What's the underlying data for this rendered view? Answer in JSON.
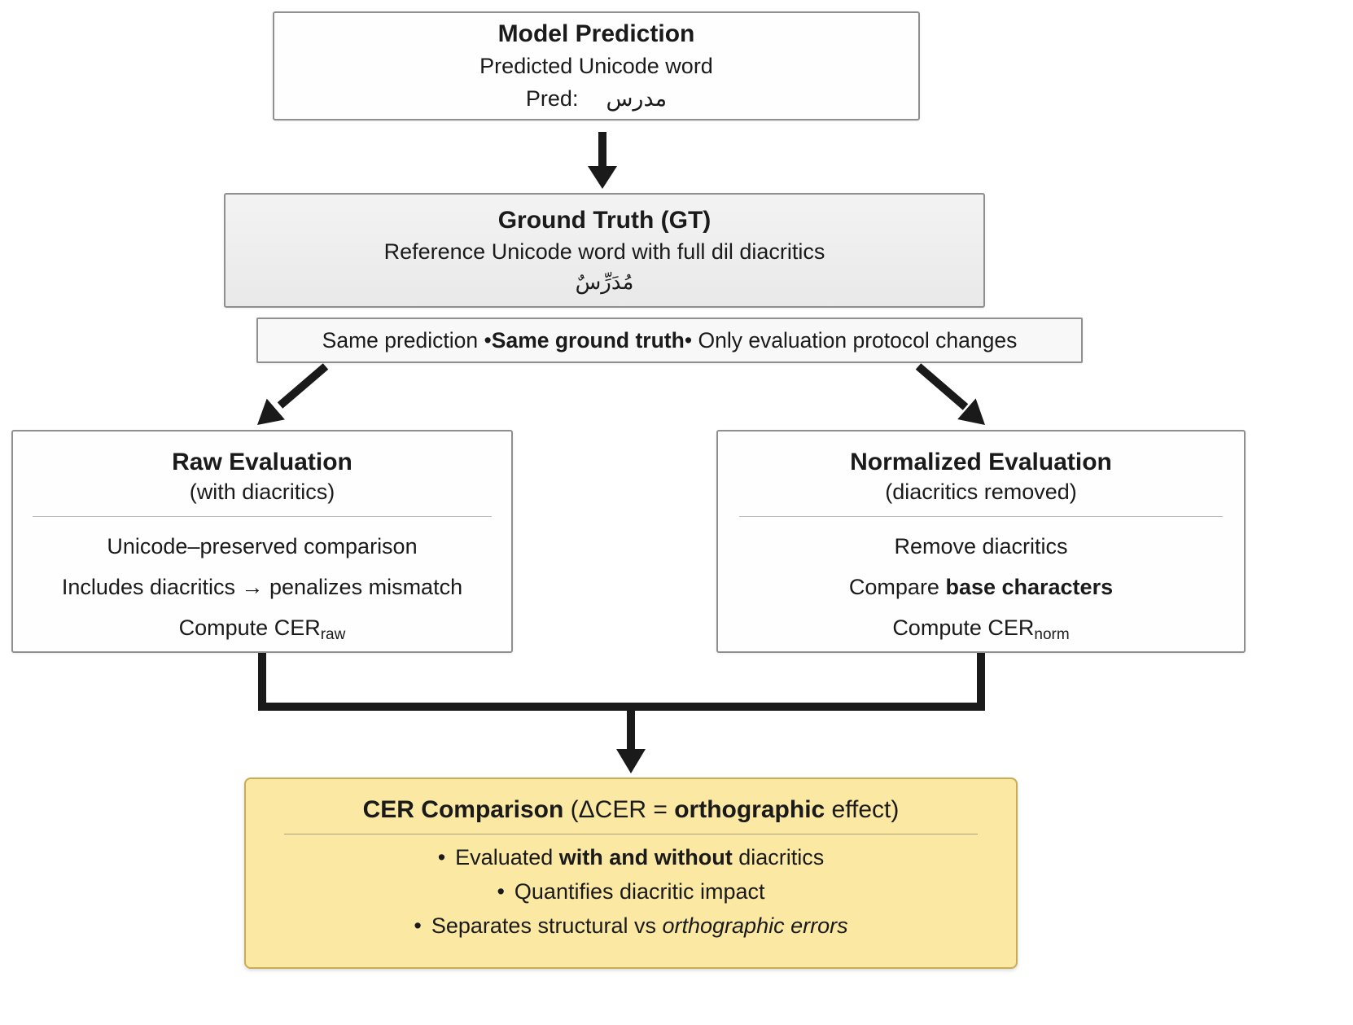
{
  "model_prediction": {
    "title": "Model Prediction",
    "line1": "Predicted Unicode word",
    "pred_label": "Pred:",
    "pred_value": "مدرس"
  },
  "ground_truth": {
    "title": "Ground Truth (GT)",
    "line1": "Reference Unicode word with full dil diacritics",
    "arabic": "مُدَرِّسٌ"
  },
  "protocol_bar": {
    "seg1": "Same prediction • ",
    "seg2_bold": "Same ground truth",
    "seg3": " • Only evaluation protocol changes"
  },
  "raw_evaluation": {
    "title": "Raw Evaluation",
    "subtitle": "(with diacritics)",
    "line1": "Unicode–preserved comparison",
    "line2": "Includes diacritics → penalizes mismatch",
    "line3_main": "Compute CER",
    "line3_sub": "raw"
  },
  "normalized_evaluation": {
    "title": "Normalized Evaluation",
    "subtitle": "(diacritics removed)",
    "line1": "Remove diacritics",
    "line2_pre": "Compare ",
    "line2_bold": "base characters",
    "line3_main": "Compute CER",
    "line3_sub": "norm"
  },
  "cer_comparison": {
    "title_bold": "CER Comparison",
    "title_pre": " (ΔCER = ",
    "title_emph": "orthographic",
    "title_post": " effect)",
    "bullet_glyph": "•",
    "bullet1_pre": "Evaluated ",
    "bullet1_bold": "with and without",
    "bullet1_post": " diacritics",
    "bullet2": "Quantifies diacritic impact",
    "bullet3_pre": "Separates structural vs ",
    "bullet3_italic": "orthographic errors"
  },
  "colors": {
    "highlight_bg": "#FAE8A3",
    "highlight_border": "#C9AC55",
    "box_border": "#8F8F8F",
    "gt_bg": "#ECECEC",
    "arrow": "#1A1A1A"
  }
}
